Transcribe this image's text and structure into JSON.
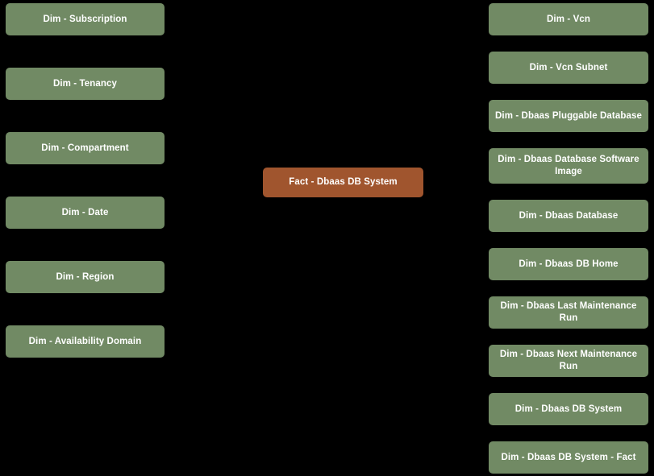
{
  "diagram": {
    "type": "star-schema",
    "background_color": "#000000",
    "dimension_color": "#718A64",
    "fact_color": "#A0552E",
    "text_color": "#FFFFFF"
  },
  "left_column": {
    "nodes": [
      {
        "label": "Dim - Subscription",
        "kind": "dimension"
      },
      {
        "label": "Dim - Tenancy",
        "kind": "dimension"
      },
      {
        "label": "Dim - Compartment",
        "kind": "dimension"
      },
      {
        "label": "Dim - Date",
        "kind": "dimension"
      },
      {
        "label": "Dim - Region",
        "kind": "dimension"
      },
      {
        "label": "Dim - Availability Domain",
        "kind": "dimension"
      }
    ]
  },
  "center": {
    "fact": {
      "label": "Fact - Dbaas DB System",
      "kind": "fact"
    }
  },
  "right_column": {
    "nodes": [
      {
        "label": "Dim - Vcn",
        "kind": "dimension"
      },
      {
        "label": "Dim - Vcn Subnet",
        "kind": "dimension"
      },
      {
        "label": "Dim - Dbaas Pluggable Database",
        "kind": "dimension"
      },
      {
        "label": "Dim - Dbaas Database Software Image",
        "kind": "dimension"
      },
      {
        "label": "Dim - Dbaas Database",
        "kind": "dimension"
      },
      {
        "label": "Dim - Dbaas DB Home",
        "kind": "dimension"
      },
      {
        "label": "Dim - Dbaas Last Maintenance Run",
        "kind": "dimension"
      },
      {
        "label": "Dim - Dbaas Next Maintenance Run",
        "kind": "dimension"
      },
      {
        "label": "Dim - Dbaas DB System",
        "kind": "dimension"
      },
      {
        "label": "Dim - Dbaas DB System - Fact",
        "kind": "dimension"
      }
    ]
  }
}
